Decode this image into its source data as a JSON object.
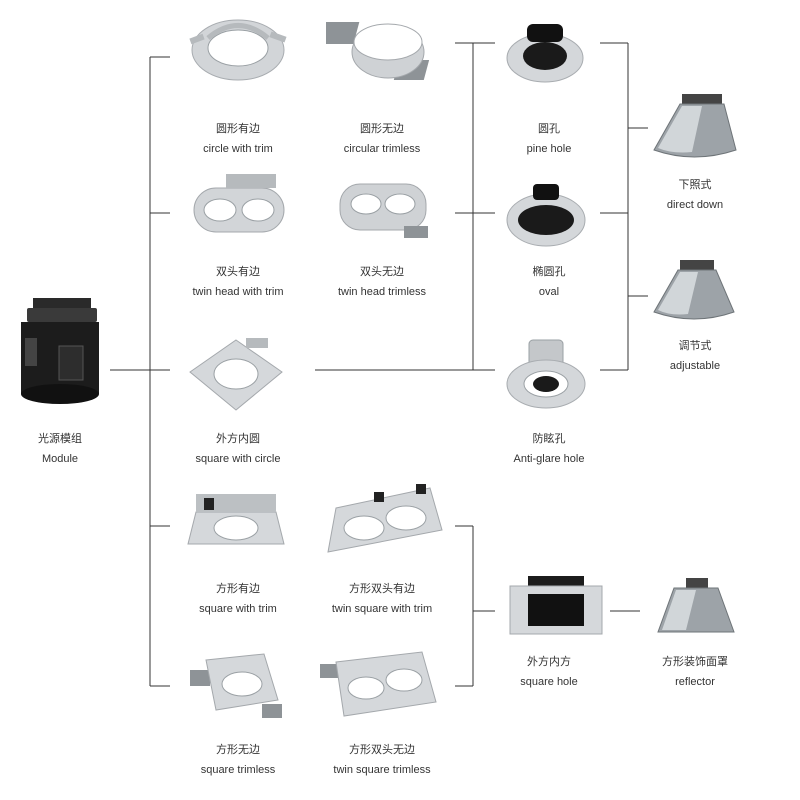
{
  "colors": {
    "line": "#333333",
    "metal": "#c9ccd0",
    "dark": "#1a1a1a",
    "chrome": "#9da3a8"
  },
  "nodes": {
    "module": {
      "zh": "光源模组",
      "en": "Module",
      "icon": "module-icon"
    },
    "circle_trim": {
      "zh": "圆形有边",
      "en": "circle with trim",
      "icon": "circle-trim-icon"
    },
    "circular_trimless": {
      "zh": "圆形无边",
      "en": "circular trimless",
      "icon": "circular-trimless-icon"
    },
    "pine_hole": {
      "zh": "圆孔",
      "en": "pine hole",
      "icon": "pine-hole-icon"
    },
    "twin_trim": {
      "zh": "双头有边",
      "en": "twin head with trim",
      "icon": "twin-trim-icon"
    },
    "twin_trimless": {
      "zh": "双头无边",
      "en": "twin head trimless",
      "icon": "twin-trimless-icon"
    },
    "oval": {
      "zh": "椭圆孔",
      "en": "oval",
      "icon": "oval-hole-icon"
    },
    "direct_down": {
      "zh": "下照式",
      "en": "direct down",
      "icon": "direct-down-reflector-icon"
    },
    "adjustable": {
      "zh": "调节式",
      "en": "adjustable",
      "icon": "adjustable-reflector-icon"
    },
    "square_circle": {
      "zh": "外方内圆",
      "en": "square with circle",
      "icon": "square-circle-icon"
    },
    "anti_glare": {
      "zh": "防眩孔",
      "en": "Anti-glare hole",
      "icon": "anti-glare-icon"
    },
    "square_trim": {
      "zh": "方形有边",
      "en": "square with trim",
      "icon": "square-trim-icon"
    },
    "twin_square_trim": {
      "zh": "方形双头有边",
      "en": "twin square with trim",
      "icon": "twin-square-trim-icon"
    },
    "square_hole": {
      "zh": "外方内方",
      "en": "square hole",
      "icon": "square-hole-icon"
    },
    "reflector": {
      "zh": "方形装饰面罩",
      "en": "reflector",
      "icon": "square-reflector-icon"
    },
    "square_trimless": {
      "zh": "方形无边",
      "en": "square trimless",
      "icon": "square-trimless-icon"
    },
    "twin_square_trimless": {
      "zh": "方形双头无边",
      "en": "twin square trimless",
      "icon": "twin-square-trimless-icon"
    }
  }
}
